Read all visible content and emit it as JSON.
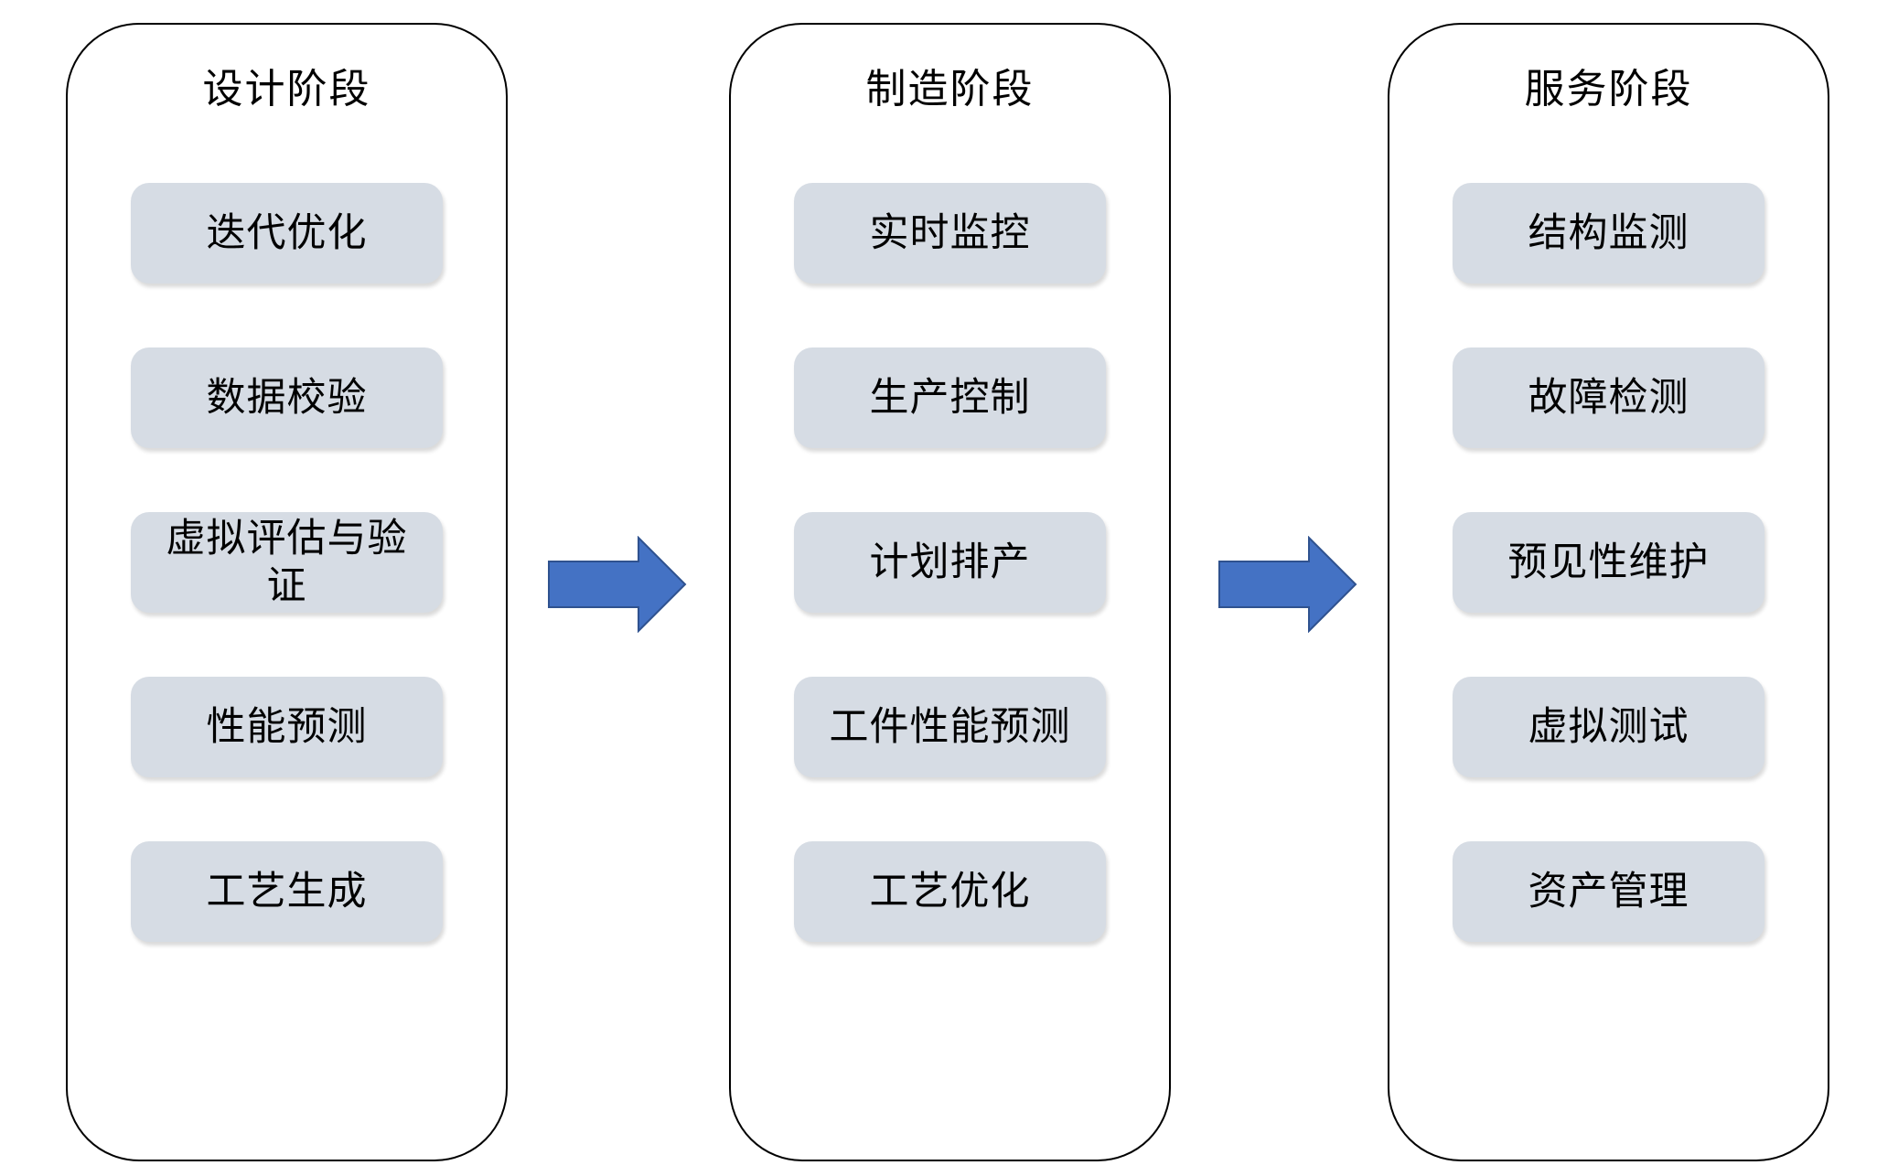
{
  "diagram": {
    "title": "digital-twin lifecycle phases flow",
    "columns": [
      {
        "title": "设计阶段",
        "items": [
          "迭代优化",
          "数据校验",
          "虚拟评估与验证",
          "性能预测",
          "工艺生成"
        ]
      },
      {
        "title": "制造阶段",
        "items": [
          "实时监控",
          "生产控制",
          "计划排产",
          "工件性能预测",
          "工艺优化"
        ]
      },
      {
        "title": "服务阶段",
        "items": [
          "结构监测",
          "故障检测",
          "预见性维护",
          "虚拟测试",
          "资产管理"
        ]
      }
    ],
    "colors": {
      "background": "#ffffff",
      "column_border": "#000000",
      "box_fill": "#d6dce4",
      "text": "#000000",
      "arrow_fill": "#4472c4",
      "arrow_border": "#2f528f"
    }
  }
}
